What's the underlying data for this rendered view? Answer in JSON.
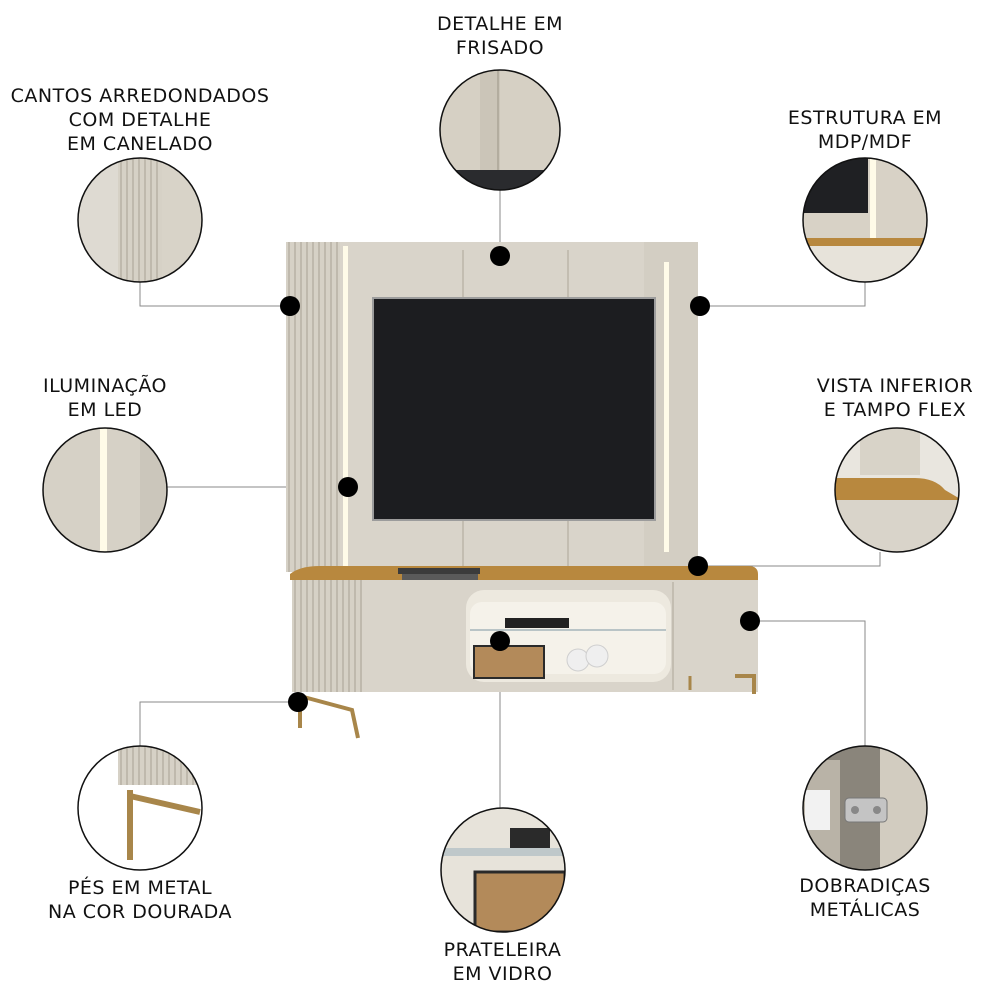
{
  "callouts": {
    "frisado": {
      "lines": [
        "DETALHE EM",
        "FRISADO"
      ]
    },
    "cantos": {
      "lines": [
        "CANTOS ARREDONDADOS",
        "COM DETALHE",
        "EM CANELADO"
      ]
    },
    "estrutura": {
      "lines": [
        "ESTRUTURA EM",
        "MDP/MDF"
      ]
    },
    "iluminacao": {
      "lines": [
        "ILUMINAÇÃO",
        "EM LED"
      ]
    },
    "vista": {
      "lines": [
        "VISTA INFERIOR",
        "E TAMPO FLEX"
      ]
    },
    "pes": {
      "lines": [
        "PÉS EM METAL",
        "NA COR DOURADA"
      ]
    },
    "prateleira": {
      "lines": [
        "PRATELEIRA",
        "EM VIDRO"
      ]
    },
    "dobradicas": {
      "lines": [
        "DOBRADIÇAS",
        "METÁLICAS"
      ]
    }
  },
  "colors": {
    "panel": "#d9d4ca",
    "panel_shadow": "#c9c3b7",
    "wood": "#b8883e",
    "tv": "#1c1d20",
    "gold": "#a8864a",
    "led": "#fffbe8",
    "line": "#8a8a8a",
    "dot": "#000000"
  }
}
